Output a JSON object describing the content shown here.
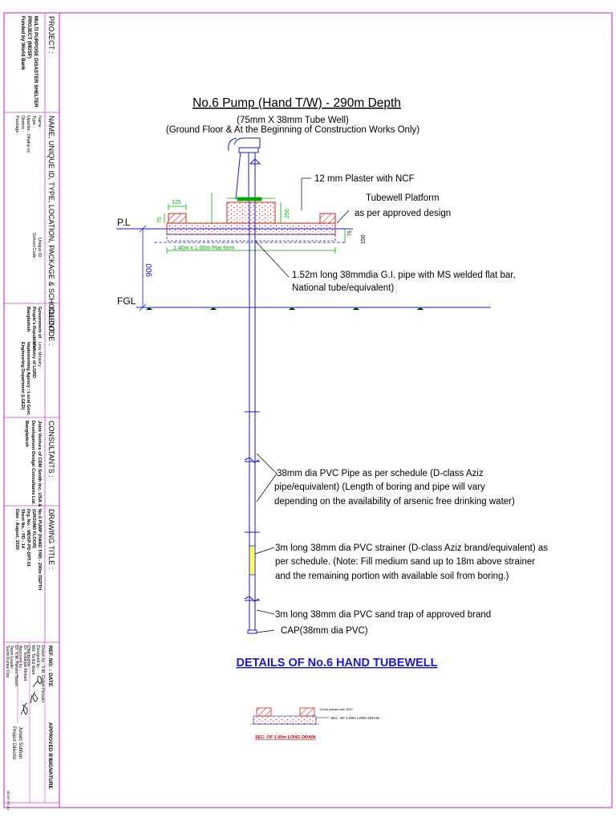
{
  "colors": {
    "frame": "#cc44cc",
    "pipe": "#1a1acc",
    "ground": "#1a1acc",
    "concrete_hatch": "#cc2222",
    "dimension": "#00aa00",
    "strainer": "#ffff66",
    "title": "#1a1acc",
    "mini_title": "#cc0000"
  },
  "sidebar": {
    "project_header": "PROJECT :",
    "project_lines": [
      "MULTI PURPOSE DISASTER SHELTER",
      "PROJECT (MDSP)",
      "Funded by World Bank"
    ],
    "name_header": "NAME, UNIQUE ID, TYPE, LOCATION, PACKAGE & SCHOOL CODE :",
    "name_lines": [
      "Name      :",
      "Type      :",
      "Upazila   :   Dhaka-xx",
      "District  :",
      "Package   :"
    ],
    "unique_lines": [
      "Unique ID :",
      "School Code :"
    ],
    "client_header": "CLIENT :",
    "client_lines": [
      "Government of",
      "People's Republic of",
      "Bangladesh"
    ],
    "client_lines2": [
      "Line Ministry :",
      "Ministry of LGRD",
      "Implementing Agency : Local Govt.",
      "Engineering Department (LGED)"
    ],
    "consultants_header": "CONSULTANTS :",
    "consultants_lines": [
      "Joint Venture of CDM Smith Inc. USA &",
      "Development Design Consultants Ltd.",
      "Bangladesh"
    ],
    "drawing_header": "DRAWING TITLE :",
    "drawing_lines": [
      "No.6 PUMP (HAND T/W) - 290m DEPTH",
      "(GROUND FLOOR)",
      "Drg. No. : MDSP-PD-DPT-01",
      "Sheet No. : PD - 14",
      "Date : August, 2020"
    ],
    "ref_header": "REF. NO. :",
    "date_header": "DATE",
    "signature_header": "SIGNATURE",
    "staff_lines": [
      "Drawn by : S.M. Golam Hossain",
      "Designed by :",
      "Md. Tariful Islam",
      "Checked by :",
      "Dr. Siddique Ahmed",
      "Approved by :",
      "Dr. S.M. Parvez Hasan",
      "Team Leader",
      "Sushil Kumar Das"
    ],
    "approved_header": "APPROVED BY :",
    "approved_lines": [
      "Junaid Sobhan",
      "Project Director"
    ],
    "footer_mark": "MDSP-PD-01"
  },
  "drawing": {
    "title": "No.6 Pump (Hand T/W) - 290m Depth",
    "subtitle1": "(75mm X 38mm Tube Well)",
    "subtitle2": "(Ground Floor & At the Beginning of Construction Works Only)",
    "label_pl": "P.L",
    "label_fgl": "FGL",
    "dim_900": "900",
    "dim_125": "125",
    "dim_75": "75",
    "dim_250": "250",
    "dim_150": "150",
    "dim_75b": "75",
    "dim_platform": "1.40m x 1.00m Plat form",
    "note_plaster": "12 mm Plaster with NCF",
    "note_platform1": "Tubewell Platform",
    "note_platform2": "as per approved design",
    "note_gi1": "1.52m long 38mmdia G.I. pipe with MS welded flat bar,",
    "note_gi2": "National tube/equivalent)",
    "note_pvc1": "38mm dia PVC Pipe as per schedule (D-class Aziz",
    "note_pvc2": "pipe/equivalent) (Length of boring and pipe will vary",
    "note_pvc3": "depending on the availability of arsenic free drinking water)",
    "note_strainer1": "3m long 38mm dia PVC strainer (D-class Aziz brand/equivalent) as",
    "note_strainer2": "per schedule. (Note: Fill medium sand up to 18m above strainer",
    "note_strainer3": "and the remaining portion with available soil from boring.)",
    "note_sandtrap": "3m long 38mm dia PVC sand trap of approved brand",
    "note_cap": "CAP(38mm dia PVC)",
    "details_title": "DETAILS OF No.6 HAND TUBEWELL",
    "mini_section_note": "SEC. OF 1.00m LONG DRAIN",
    "mini_section_note2": "12mm plaster with NCF",
    "mini_title": "SEC. OF 1.00m LONG DRAIN"
  }
}
